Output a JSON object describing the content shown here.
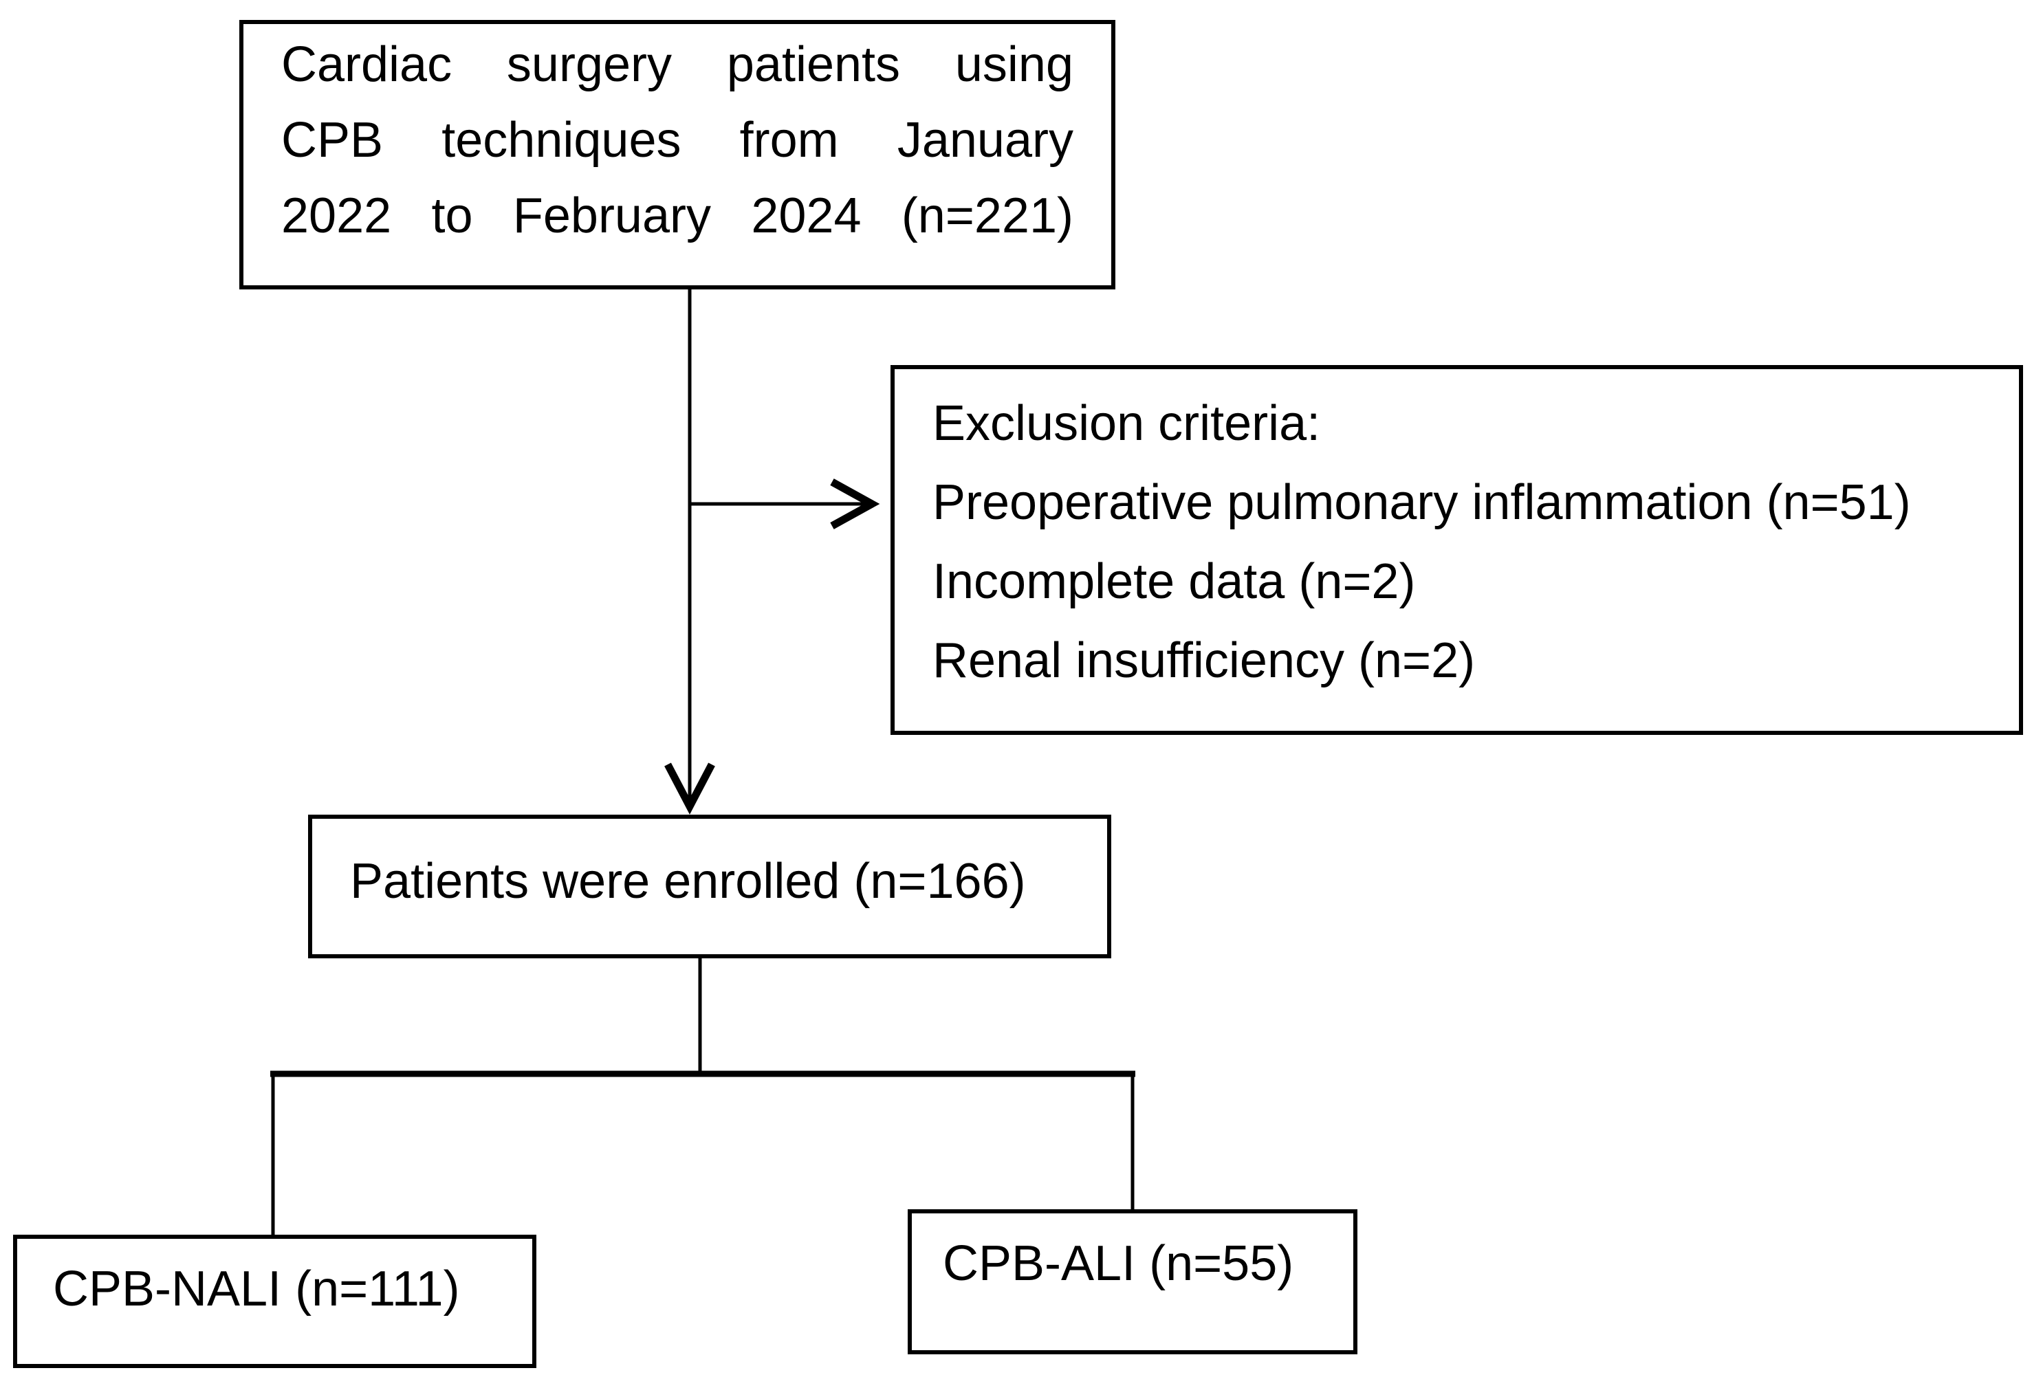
{
  "colors": {
    "background": "#ffffff",
    "line": "#000000",
    "text": "#000000"
  },
  "flowchart": {
    "population_box": {
      "lines": [
        "Cardiac surgery patients using",
        "CPB techniques from January",
        "2022 to February 2024 (n=221)"
      ]
    },
    "exclusion_box": {
      "title": "Exclusion criteria:",
      "items": [
        "Preoperative pulmonary inflammation (n=51)",
        "Incomplete data (n=2)",
        "Renal insufficiency (n=2)"
      ]
    },
    "enrolled_box": {
      "label": "Patients were enrolled (n=166)"
    },
    "nali_box": {
      "label": "CPB-NALI (n=111)"
    },
    "ali_box": {
      "label": "CPB-ALI (n=55)"
    }
  }
}
